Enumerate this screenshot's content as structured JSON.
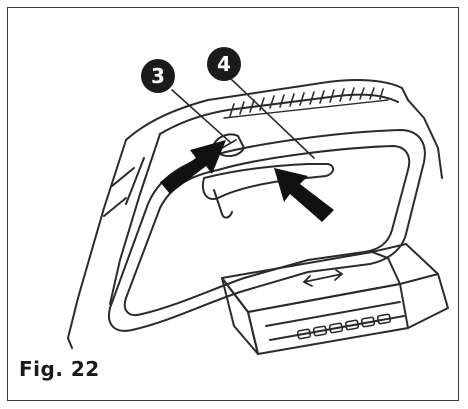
{
  "figure": {
    "caption": "Fig. 22",
    "callouts": [
      {
        "label": "3"
      },
      {
        "label": "4"
      }
    ],
    "colors": {
      "line": "#2b2b2b",
      "arrow": "#111111",
      "badge": "#1b1b1b",
      "frame": "#3a3a3a"
    },
    "icons": [
      "push-arrow-icon",
      "double-arrow-icon",
      "callout-badge"
    ]
  }
}
